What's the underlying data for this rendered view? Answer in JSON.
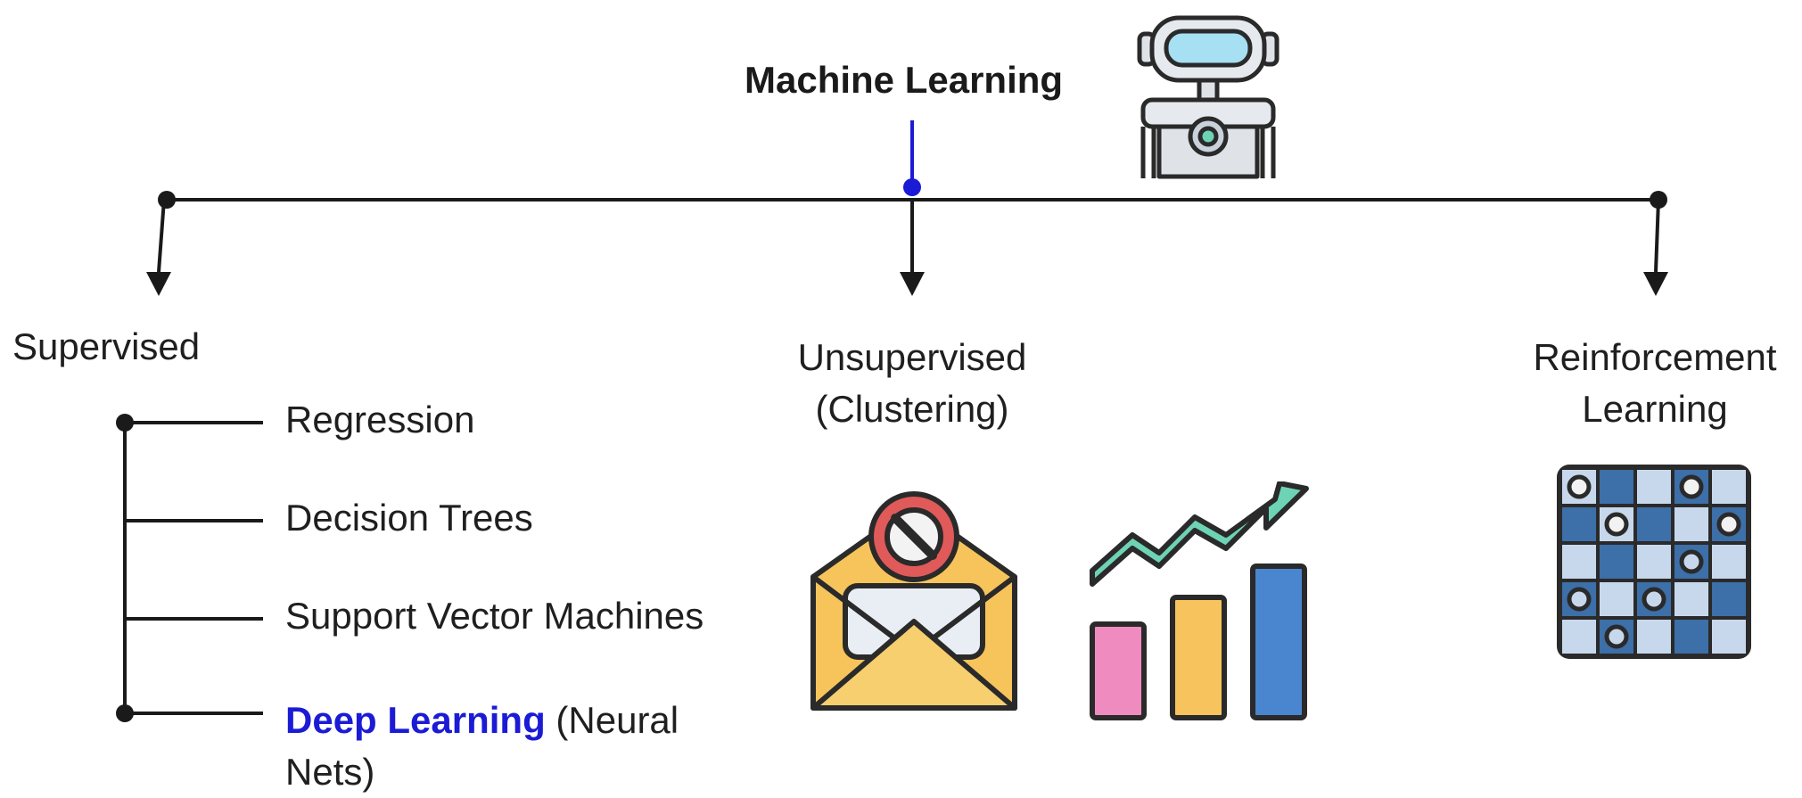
{
  "title": "Machine Learning",
  "branches": {
    "supervised": {
      "label": "Supervised",
      "items": [
        "Regression",
        "Decision Trees",
        "Support Vector Machines"
      ],
      "last_item": {
        "highlight": "Deep Learning",
        "rest_line1": "(Neural",
        "rest_line2": "Nets)"
      }
    },
    "unsupervised": {
      "line1": "Unsupervised",
      "line2": "(Clustering)"
    },
    "reinforcement": {
      "line1": "Reinforcement",
      "line2": "Learning"
    }
  },
  "icons": {
    "title_icon": "robot-icon",
    "unsupervised_icons": [
      "spam-mail-icon",
      "growth-chart-icon"
    ],
    "reinforcement_icon": "game-board-icon"
  },
  "colors": {
    "line": "#1a1a1a",
    "accent": "#1b1bd6",
    "envelope": "#f6c45a",
    "forbidden": "#e05a5a",
    "arrow_green": "#6ed3b5",
    "bar_pink": "#f08bbf",
    "bar_yellow": "#f7c35c",
    "bar_blue": "#4a86d0",
    "board_dark": "#3d6fa8",
    "board_light": "#c8d8ec"
  }
}
